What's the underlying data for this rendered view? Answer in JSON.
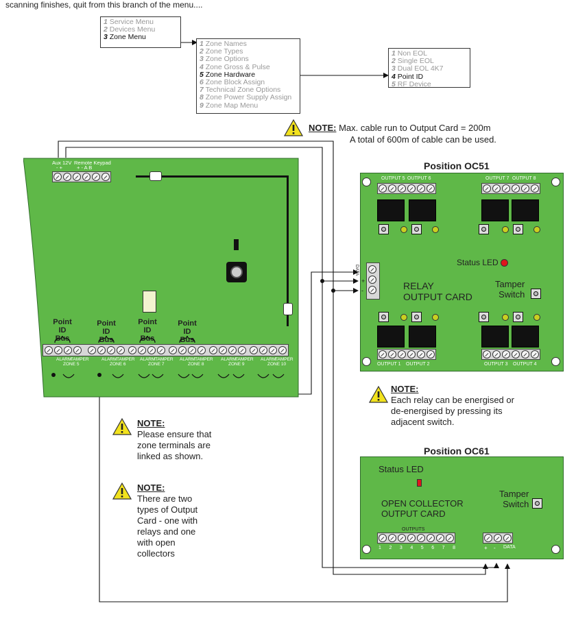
{
  "intro_text": "scanning finishes, quit from this branch of the menu....",
  "menu1": {
    "items": [
      {
        "num": "1",
        "label": "Service Menu"
      },
      {
        "num": "2",
        "label": "Devices Menu"
      },
      {
        "num": "3",
        "label": "Zone Menu"
      }
    ]
  },
  "menu2": {
    "items": [
      {
        "num": "1",
        "label": "Zone Names"
      },
      {
        "num": "2",
        "label": "Zone Types"
      },
      {
        "num": "3",
        "label": "Zone Options"
      },
      {
        "num": "4",
        "label": "Zone Gross & Pulse"
      },
      {
        "num": "5",
        "label": "Zone Hardware"
      },
      {
        "num": "6",
        "label": "Zone Block Assign"
      },
      {
        "num": "7",
        "label": "Technical Zone Options"
      },
      {
        "num": "8",
        "label": "Zone Power Supply Assign"
      },
      {
        "num": "9",
        "label": "Zone Map Menu"
      }
    ]
  },
  "menu3": {
    "items": [
      {
        "num": "1",
        "label": "Non EOL"
      },
      {
        "num": "2",
        "label": "Single EOL"
      },
      {
        "num": "3",
        "label": "Dual EOL 4K7"
      },
      {
        "num": "4",
        "label": "Point ID"
      },
      {
        "num": "5",
        "label": "RF Device"
      }
    ]
  },
  "note_cable": {
    "head": "NOTE:",
    "line1": "Max. cable run to Output Card = 200m",
    "line2": "A total of 600m of cable can be used."
  },
  "main_panel": {
    "aux_label": "Aux 12V",
    "aux_pins": "-   +",
    "remote_label": "Remote Keypad",
    "remote_pins": "+   -   A   B",
    "point_id_bus": "Point ID Bus",
    "zone_label_alarm": "ALARM",
    "zone_label_tamper": "TAMPER",
    "zones": [
      "ZONE 5",
      "ZONE 6",
      "ZONE 7",
      "ZONE 8",
      "ZONE 9",
      "ZONE 10"
    ]
  },
  "oc51": {
    "title": "Position OC51",
    "out_top": [
      "OUTPUT 5",
      "OUTPUT 6",
      "OUTPUT 7",
      "OUTPUT 8"
    ],
    "out_bottom": [
      "OUTPUT 1",
      "OUTPUT 2",
      "OUTPUT 3",
      "OUTPUT 4"
    ],
    "status_led": "Status LED",
    "card_name_1": "RELAY",
    "card_name_2": "OUTPUT CARD",
    "tamper_1": "Tamper",
    "tamper_2": "Switch",
    "data_label": "DATA",
    "plus": "+",
    "minus": "-"
  },
  "note_relay": {
    "head": "NOTE:",
    "lines": [
      "Each relay can be energised or",
      "de-energised by pressing its",
      "adjacent switch."
    ]
  },
  "oc61": {
    "title": "Position OC61",
    "status_led": "Status LED",
    "card_name_1": "OPEN COLLECTOR",
    "card_name_2": "OUTPUT CARD",
    "tamper_1": "Tamper",
    "tamper_2": "Switch",
    "outputs_label": "OUTPUTS",
    "output_nums": [
      "1",
      "2",
      "3",
      "4",
      "5",
      "6",
      "7",
      "8"
    ],
    "plus": "+",
    "minus": "-",
    "data_label": "DATA"
  },
  "note_link": {
    "head": "NOTE:",
    "lines": [
      "Please ensure that",
      "zone terminals are",
      "linked as shown."
    ]
  },
  "note_types": {
    "head": "NOTE:",
    "lines": [
      "There are two",
      "types of Output",
      "Card - one with",
      "relays and one",
      "with open",
      "collectors"
    ]
  },
  "colors": {
    "pcb": "#5fb848",
    "warning": "#f2e21d",
    "led_red": "#e0161c"
  }
}
